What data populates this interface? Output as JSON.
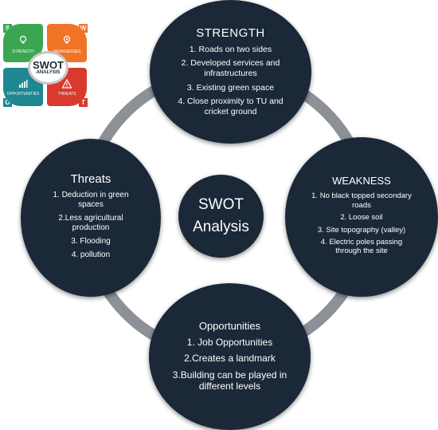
{
  "logo": {
    "title": "SWOT",
    "subtitle": "ANALYSIS",
    "letters": {
      "s": "S",
      "w": "W",
      "o": "O",
      "t": "T"
    },
    "labels": {
      "s": "STRENGTH",
      "w": "WEAKNESSES",
      "o": "OPPORTUNITIES",
      "t": "THREATS"
    },
    "colors": {
      "s": "#3aa651",
      "w": "#ef7426",
      "o": "#1e8791",
      "t": "#d93a2e"
    }
  },
  "center": {
    "line1": "SWOT",
    "line2": "Analysis"
  },
  "strength": {
    "title": "STRENGTH",
    "items": [
      "1. Roads on two sides",
      "2. Developed services and infrastructures",
      "3. Existing green space",
      "4. Close proximity to TU and cricket ground"
    ]
  },
  "weakness": {
    "title": "WEAKNESS",
    "items": [
      "1. No black topped secondary roads",
      "2. Loose soil",
      "3. Site topography (valley)",
      "4. Electric poles passing through the site"
    ]
  },
  "threats": {
    "title": "Threats",
    "items": [
      "1. Deduction in green spaces",
      "2.Less agricultural production",
      "3. Flooding",
      "4. pollution"
    ]
  },
  "opportunities": {
    "title": "Opportunities",
    "items": [
      "1. Job Opportunities",
      "2.Creates a landmark",
      "3.Building can be played in different levels"
    ]
  },
  "colors": {
    "circle": "#1b2838",
    "ring": "#8c9198",
    "text": "#ffffff"
  },
  "icons": [
    "lightbulb-icon",
    "bulb-gear-icon",
    "bar-chart-icon",
    "warning-triangle-icon"
  ]
}
